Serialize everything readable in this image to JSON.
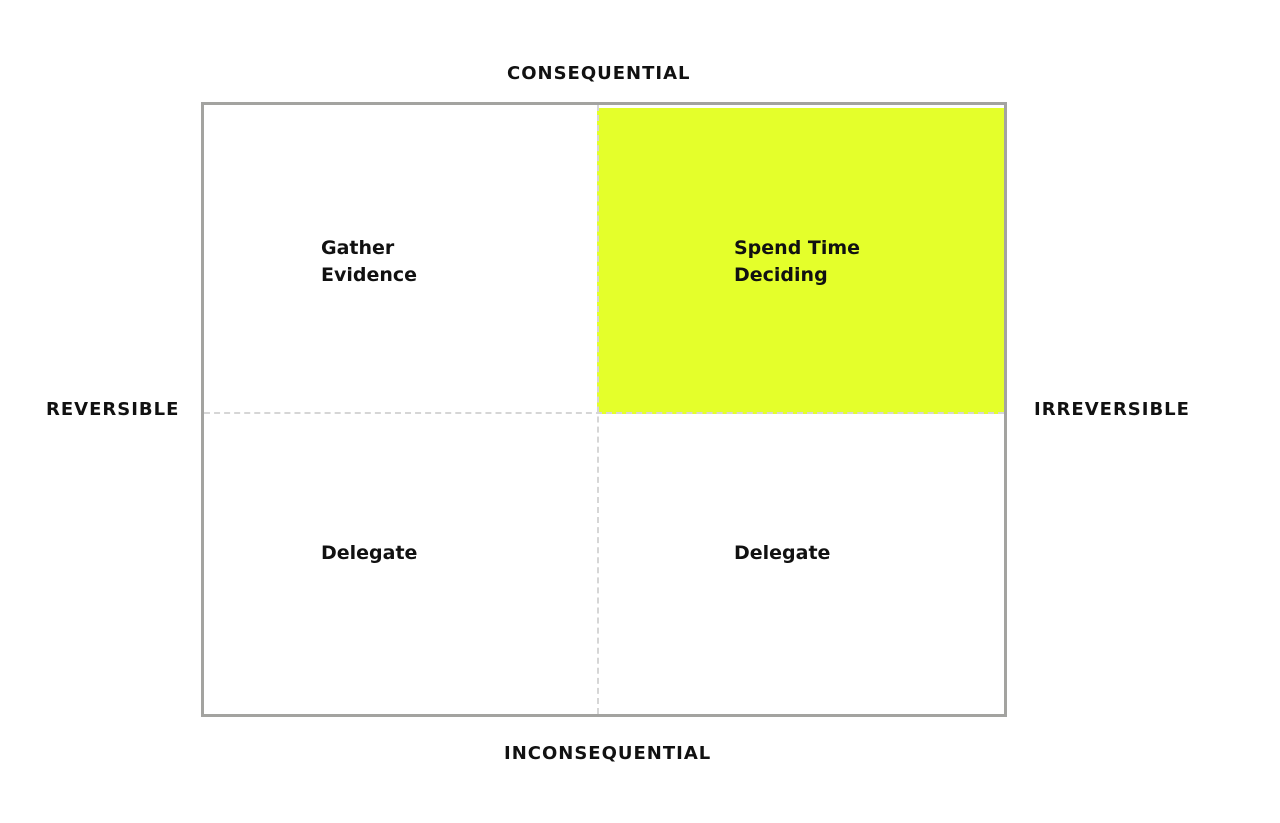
{
  "axes": {
    "top": "CONSEQUENTIAL",
    "bottom": "INCONSEQUENTIAL",
    "left": "REVERSIBLE",
    "right": "IRREVERSIBLE"
  },
  "quadrants": {
    "top_left": "Gather\nEvidence",
    "top_right": "Spend Time\nDeciding",
    "bottom_left": "Delegate",
    "bottom_right": "Delegate"
  },
  "colors": {
    "highlight": "#e4ff2b",
    "border": "#a3a3a0",
    "divider": "#d6d6d6",
    "text": "#111111"
  },
  "highlighted_quadrant": "top_right"
}
